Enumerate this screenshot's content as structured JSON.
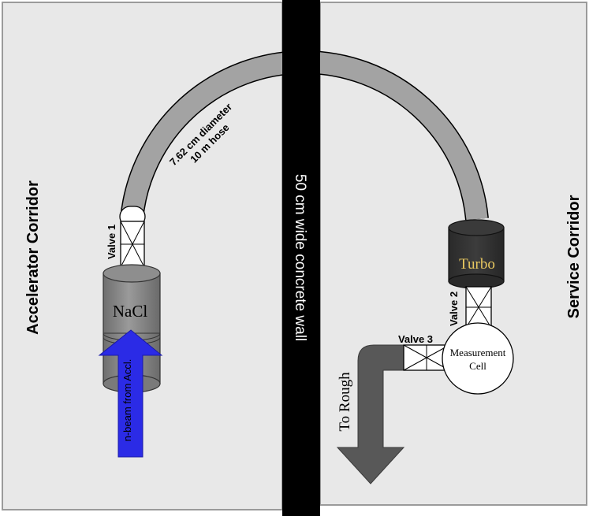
{
  "labels": {
    "left_corridor": "Accelerator Corridor",
    "right_corridor": "Service Corridor",
    "wall": "50 cm wide concrete wall",
    "hose_line1": "7.62 cm diameter",
    "hose_line2": "10 m hose",
    "valve1": "Valve 1",
    "valve2": "Valve 2",
    "valve3": "Valve 3",
    "nacl": "NaCl",
    "turbo": "Turbo",
    "cell_line1": "Measurement",
    "cell_line2": "Cell",
    "rough": "To Rough",
    "beam": "n-beam from Accl."
  },
  "colors": {
    "room_fill": "#e8e8e8",
    "wall": "#000000",
    "hose": "#a3a3a3",
    "turbo": "#333333",
    "turbo_text": "#e8c860",
    "beam": "#2b2be6",
    "rough_pipe": "#585858"
  },
  "icons": {
    "valve": "valve-x-icon",
    "arrow": "arrow-icon"
  }
}
